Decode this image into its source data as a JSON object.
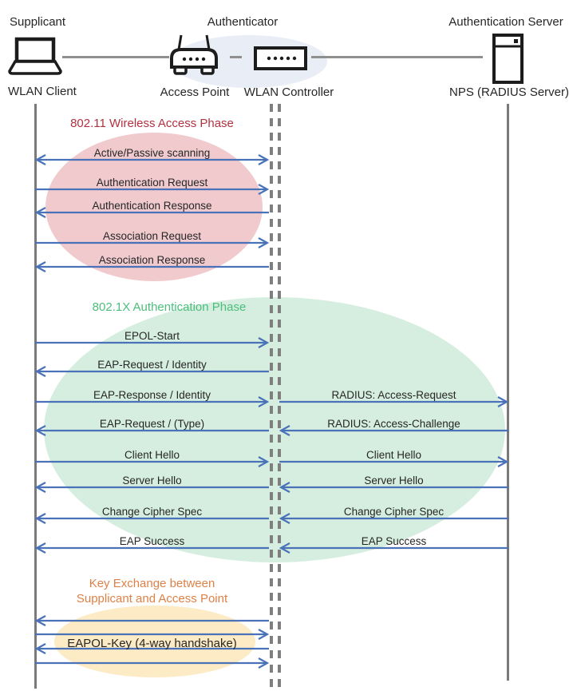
{
  "header": {
    "roles": [
      {
        "label": "Supplicant"
      },
      {
        "label": "Authenticator"
      },
      {
        "label": "Authentication Server"
      }
    ],
    "nodes": [
      {
        "label": "WLAN Client",
        "icon": "laptop-icon"
      },
      {
        "label": "Access Point",
        "icon": "access-point-icon"
      },
      {
        "label": "WLAN Controller",
        "icon": "wlan-controller-icon"
      },
      {
        "label": "NPS (RADIUS Server)",
        "icon": "server-icon"
      }
    ]
  },
  "phases": [
    {
      "title": "802.11 Wireless Access Phase",
      "color": "#b23240",
      "ellipse_color": "#f0cacd"
    },
    {
      "title": "802.1X Authentication Phase",
      "color": "#4cbe7c",
      "ellipse_color": "#d6eedf"
    },
    {
      "title_line1": "Key Exchange between",
      "title_line2": "Supplicant and Access Point",
      "color": "#de8147",
      "ellipse_color": "#fcebc5"
    }
  ],
  "messages": {
    "client_to_controller": [
      {
        "label": "Active/Passive scanning",
        "direction": "both"
      },
      {
        "label": "Authentication Request",
        "direction": "right"
      },
      {
        "label": "Authentication Response",
        "direction": "left"
      },
      {
        "label": "Association Request",
        "direction": "right"
      },
      {
        "label": "Association Response",
        "direction": "left"
      },
      {
        "label": "EPOL-Start",
        "direction": "right"
      },
      {
        "label": "EAP-Request / Identity",
        "direction": "left"
      },
      {
        "label": "EAP-Response / Identity",
        "direction": "right"
      },
      {
        "label": "EAP-Request / (Type)",
        "direction": "left"
      },
      {
        "label": "Client Hello",
        "direction": "right"
      },
      {
        "label": "Server Hello",
        "direction": "left"
      },
      {
        "label": "Change Cipher Spec",
        "direction": "left"
      },
      {
        "label": "EAP Success",
        "direction": "left"
      },
      {
        "label": "",
        "direction": "left"
      },
      {
        "label": "",
        "direction": "right"
      },
      {
        "label": "EAPOL-Key (4-way handshake)",
        "direction": "left"
      },
      {
        "label": "",
        "direction": "right"
      }
    ],
    "controller_to_server": [
      {
        "label": "RADIUS: Access-Request",
        "direction": "right"
      },
      {
        "label": "RADIUS: Access-Challenge",
        "direction": "left"
      },
      {
        "label": "Client Hello",
        "direction": "right"
      },
      {
        "label": "Server Hello",
        "direction": "left"
      },
      {
        "label": "Change Cipher Spec",
        "direction": "left"
      },
      {
        "label": "EAP Success",
        "direction": "left"
      }
    ]
  },
  "colors": {
    "arrow": "#4a72b8",
    "lifeline": "#7a7a7a",
    "text": "#262626"
  }
}
